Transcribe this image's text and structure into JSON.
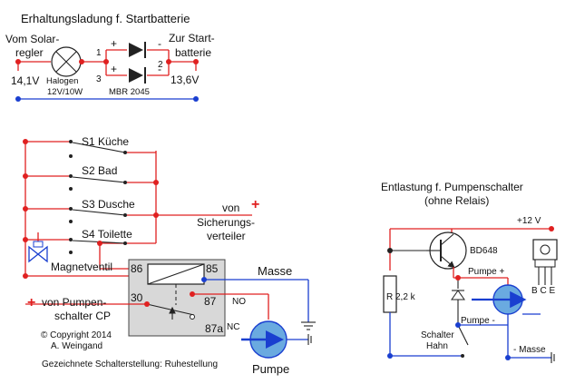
{
  "top": {
    "title": "Erhaltungsladung f. Startbatterie",
    "from_line1": "Vom Solar-",
    "from_line2": "regler",
    "voltage_in": "14,1V",
    "lamp_line1": "Halogen",
    "lamp_line2": "12V/10W",
    "diode_part": "MBR 2045",
    "to_line1": "Zur Start-",
    "to_line2": "batterie",
    "voltage_out": "13,6V",
    "pin1": "1",
    "pin2": "2",
    "pin3": "3",
    "plus_a": "+",
    "minus_a": "-",
    "plus_b": "+",
    "minus_b": "-"
  },
  "switches": [
    {
      "label": "S1 Küche"
    },
    {
      "label": "S2 Bad"
    },
    {
      "label": "S3 Dusche"
    },
    {
      "label": "S4 Toilette"
    }
  ],
  "left": {
    "valve": "Magnetventil",
    "supply_line1": "von",
    "supply_line2": "Sicherungs-",
    "supply_line3": "verteiler",
    "plus": "+",
    "ground": "Masse",
    "pump_plus": "+",
    "pump_line1": "von Pumpen-",
    "pump_line2": "schalter CP",
    "copyright_line1": "© Copyright 2014",
    "copyright_line2": "A. Weingand",
    "caption": "Gezeichnete Schalterstellung: Ruhestellung",
    "pump": "Pumpe",
    "no": "NO",
    "nc": "NC",
    "relay_86": "86",
    "relay_85": "85",
    "relay_30": "30",
    "relay_87": "87",
    "relay_87a": "87a"
  },
  "right": {
    "title_line1": "Entlastung f. Pumpenschalter",
    "title_line2": "(ohne Relais)",
    "supply": "+12 V",
    "transistor": "BD648",
    "resistor": "R 2,2 k",
    "pump_plus": "Pumpe +",
    "pump_minus": "Pumpe -",
    "ground": "- Masse",
    "switch_line1": "Schalter",
    "switch_line2": "Hahn",
    "bce": "B C E"
  },
  "colors": {
    "wire_positive": "#e02020",
    "wire_ground": "#1a3fd0",
    "relay_fill": "#d8d8d8",
    "pump_fill": "#6aaae0"
  }
}
